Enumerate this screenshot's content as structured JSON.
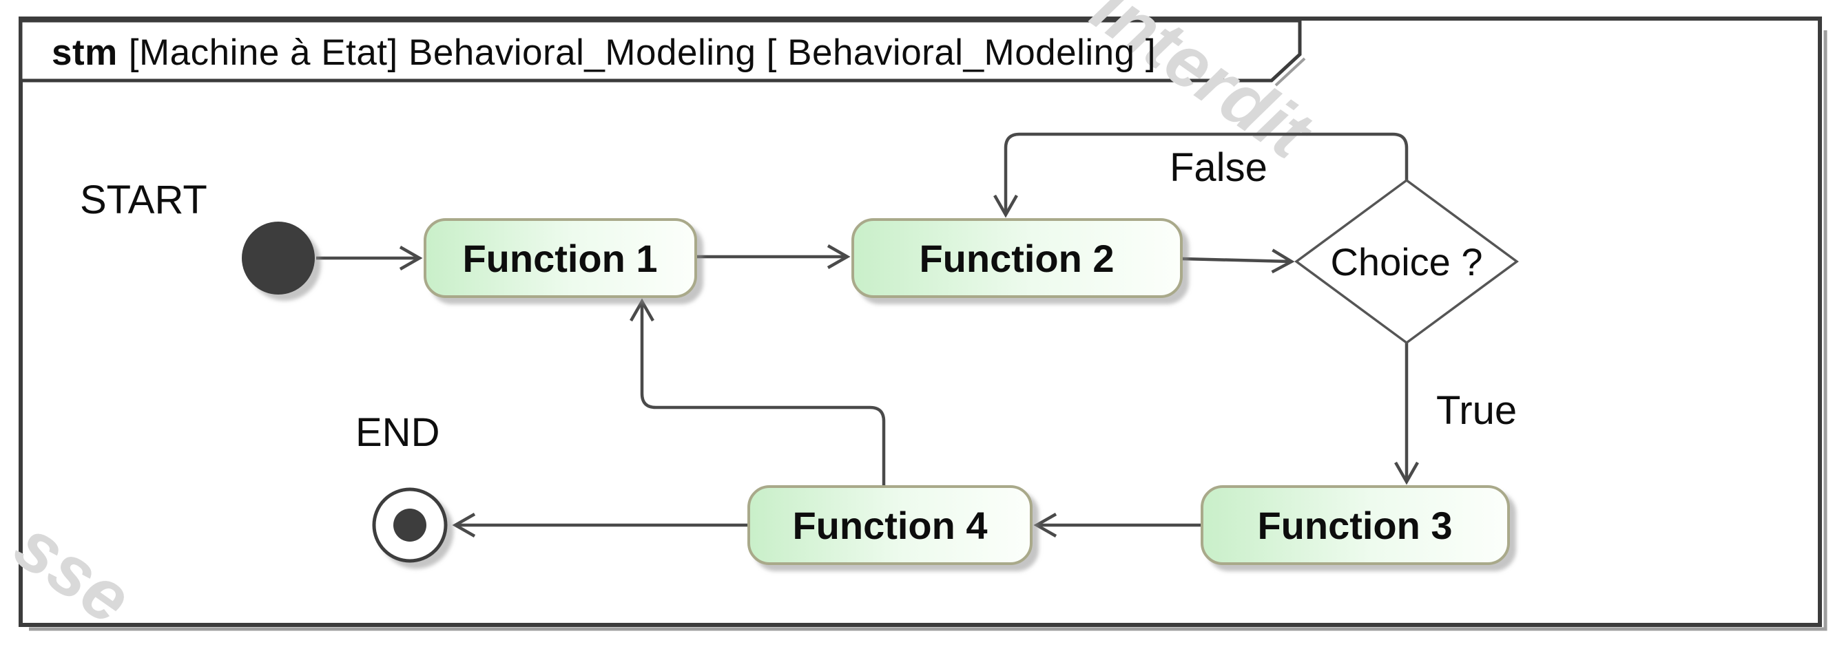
{
  "frame": {
    "title_keyword": "stm",
    "title_rest": "[Machine à Etat] Behavioral_Modeling [ Behavioral_Modeling ]"
  },
  "diagram": {
    "type": "uml-state-machine",
    "nodes": [
      {
        "id": "initial",
        "type": "initial-state",
        "label": "START"
      },
      {
        "id": "f1",
        "type": "state",
        "label": "Function 1"
      },
      {
        "id": "f2",
        "type": "state",
        "label": "Function 2"
      },
      {
        "id": "choice",
        "type": "choice-pseudostate",
        "label": "Choice ?"
      },
      {
        "id": "f3",
        "type": "state",
        "label": "Function 3"
      },
      {
        "id": "f4",
        "type": "state",
        "label": "Function 4"
      },
      {
        "id": "final",
        "type": "final-state",
        "label": "END"
      }
    ],
    "transitions": [
      {
        "from": "initial",
        "to": "f1",
        "guard": ""
      },
      {
        "from": "f1",
        "to": "f2",
        "guard": ""
      },
      {
        "from": "f2",
        "to": "choice",
        "guard": ""
      },
      {
        "from": "choice",
        "to": "f2",
        "guard": "False"
      },
      {
        "from": "choice",
        "to": "f3",
        "guard": "True"
      },
      {
        "from": "f3",
        "to": "f4",
        "guard": ""
      },
      {
        "from": "f4",
        "to": "f1",
        "guard": ""
      },
      {
        "from": "f4",
        "to": "final",
        "guard": ""
      }
    ]
  },
  "watermark": {
    "fragments": [
      "interdit",
      "sse"
    ]
  },
  "colors": {
    "state_fill_left": "#c9efc9",
    "state_fill_mid": "#eefbee",
    "state_fill_right": "#fcfffb",
    "state_border": "#a9a98a",
    "connector_line": "#4a4a4a",
    "frame_border": "#3c3c3c",
    "watermark_gray": "#d9d9d9",
    "pseudostate_fill": "#3e3e3e"
  }
}
